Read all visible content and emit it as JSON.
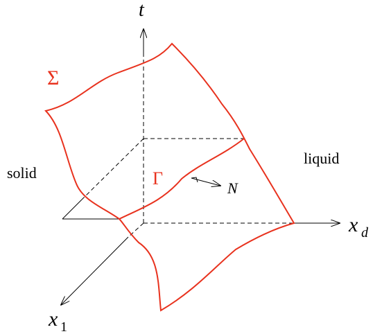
{
  "labels": {
    "t_axis": "t",
    "xd_axis_main": "x",
    "xd_axis_sub": "d",
    "x1_axis_main": "x",
    "x1_axis_sub": "1",
    "sigma": "Σ",
    "gamma": "Γ",
    "normal": "N",
    "solid": "solid",
    "liquid": "liquid"
  },
  "colors": {
    "surface": "#e8321e",
    "axes": "#000000"
  }
}
